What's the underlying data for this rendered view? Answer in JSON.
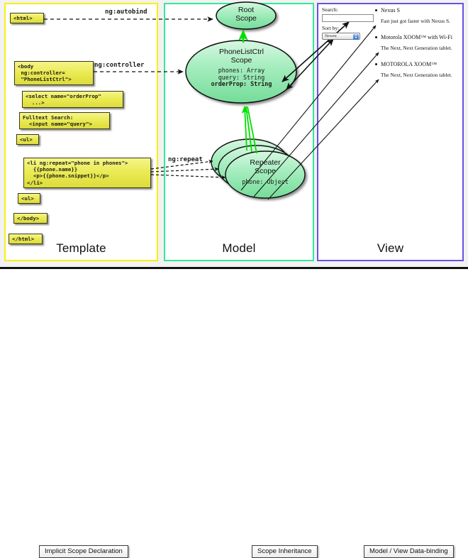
{
  "panels": {
    "template": {
      "label": "Template",
      "border_color": "#f7f013"
    },
    "model": {
      "label": "Model",
      "border_color": "#33e89b"
    },
    "view": {
      "label": "View",
      "border_color": "#6a4fe8"
    }
  },
  "template_boxes": [
    {
      "name": "html-open-tag",
      "code": "<html>"
    },
    {
      "name": "body-controller",
      "code": "<body\n ng:controller=\n \"PhoneListCtrl\">"
    },
    {
      "name": "select-orderprop",
      "code": "<select name=\"orderProp\"\n  ...>"
    },
    {
      "name": "fulltext-search",
      "code": "Fulltext Search:\n  <input name=\"query\">"
    },
    {
      "name": "ul-open-tag",
      "code": "<ul>"
    },
    {
      "name": "li-ng-repeat",
      "code": "<li ng:repeat=\"phone in phones\">\n  {{phone.name}}\n  <p>{{phone.snippet}}</p>\n</li>"
    },
    {
      "name": "ul-close-tag",
      "code": "<ul>"
    },
    {
      "name": "body-close-tag",
      "code": "</body>"
    },
    {
      "name": "html-close-tag",
      "code": "</html>"
    }
  ],
  "edge_labels": {
    "autobind": "ng:autobind",
    "controller": "ng:controller",
    "repeat": "ng:repeat"
  },
  "model_scopes": [
    {
      "name": "root-scope",
      "title_line1": "Root",
      "title_line2": "Scope",
      "props": []
    },
    {
      "name": "phonelistctrl-scope",
      "title_line1": "PhoneListCtrl",
      "title_line2": "Scope",
      "props": [
        {
          "text": "phones: Array",
          "bold": false
        },
        {
          "text": "query: String",
          "bold": false
        },
        {
          "text": "orderProp: String",
          "bold": true
        }
      ]
    },
    {
      "name": "repeater-scope",
      "title_line1": "Repeater",
      "title_line2": "Scope",
      "props": [
        {
          "text": "phone: Object",
          "bold": false
        }
      ]
    }
  ],
  "view": {
    "search_label": "Search:",
    "search_value": "",
    "sort_label": "Sort by:",
    "sort_value": "Newest",
    "phones": [
      {
        "name": "Nexus S",
        "snippet": "Fast just got faster with Nexus S."
      },
      {
        "name": "Motorola XOOM™  with Wi-Fi",
        "snippet": "The Next, Next Generation tablet."
      },
      {
        "name": "MOTOROLA XOOM™",
        "snippet": "The Next, Next Generation tablet."
      }
    ]
  },
  "legend": [
    {
      "name": "implicit-scope-declaration",
      "label": "Implicit Scope Declaration",
      "arrow": "dashed-black",
      "color": "#111111"
    },
    {
      "name": "scope-inheritance",
      "label": "Scope Inheritance",
      "arrow": "solid-green",
      "color": "#00e000"
    },
    {
      "name": "model-view-data-binding",
      "label": "Model / View Data-binding",
      "arrow": "double-black",
      "color": "#111111"
    }
  ],
  "colors": {
    "code_box_fill": "#eaea53",
    "scope_fill": "#8fe8ab",
    "inheritance_green": "#00e000"
  }
}
